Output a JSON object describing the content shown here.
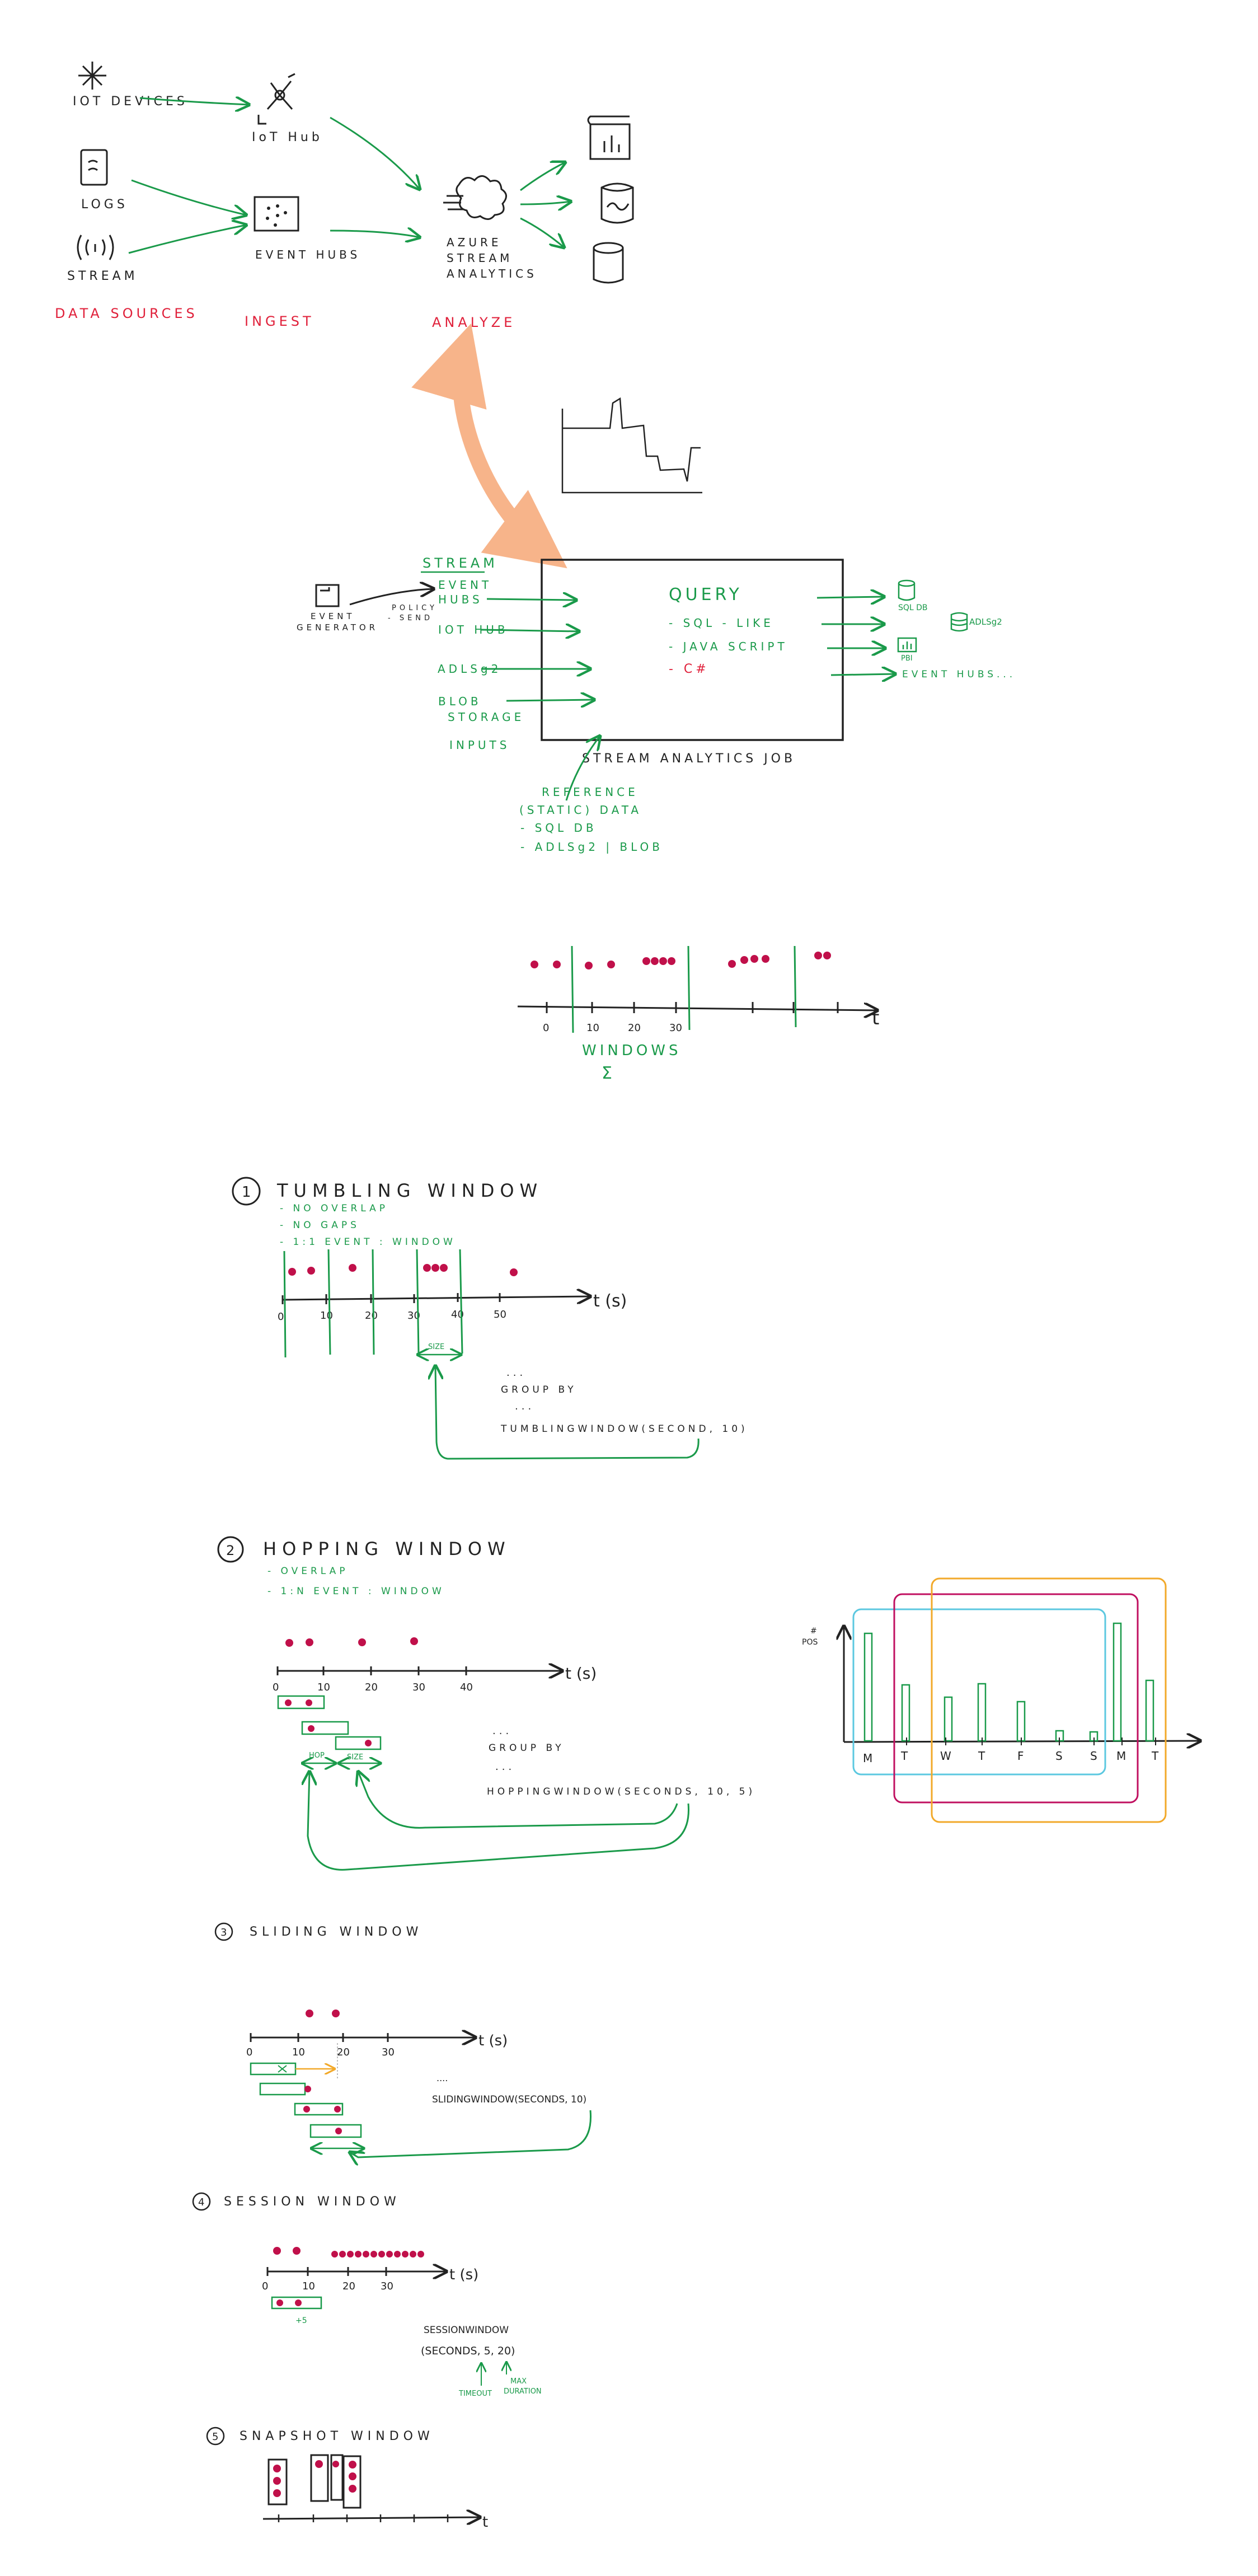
{
  "colors": {
    "ink": "#222222",
    "green": "#1a9a4a",
    "red_label": "#e0203a",
    "event_dot": "#c0104a",
    "orange_arrow": "#f7b48a",
    "orange_window": "#f2a92a",
    "cyan_window": "#5cc8e0",
    "magenta_window": "#c01060"
  },
  "overview": {
    "sources": {
      "iot_devices": "IOT DEVICES",
      "logs": "LOGS",
      "stream": "STREAM"
    },
    "iot_hub": "IoT Hub",
    "event_hubs": "EVENT HUBS",
    "asa": "AZURE STREAM ANALYTICS",
    "labels": {
      "data_sources": "DATA SOURCES",
      "ingest": "INGEST",
      "analyze": "ANALYZE"
    }
  },
  "job": {
    "stream_title": "STREAM",
    "event_generator": "EVENT GENERATOR",
    "policy_send": "POLICY - SEND",
    "inputs": [
      "EVENT HUBS",
      "IOT HUB",
      "ADLSg2",
      "BLOB STORAGE"
    ],
    "inputs_label": "INPUTS",
    "query_title": "QUERY",
    "query_items": [
      "- SQL - LIKE",
      "- JAVA SCRIPT",
      "- C#"
    ],
    "outputs": [
      "SQL DB",
      "ADLSg2",
      "PBI",
      "EVENT HUBS..."
    ],
    "job_label": "STREAM ANALYTICS JOB",
    "reference_title": "REFERENCE",
    "reference_lines": [
      "(STATIC) DATA",
      "- SQL DB",
      "- ADLSg2 | BLOB"
    ]
  },
  "windows_overview": {
    "ticks": [
      "0",
      "10",
      "20",
      "30"
    ],
    "axis_label": "t",
    "caption": "WINDOWS",
    "caption_symbol": "Σ"
  },
  "tumbling": {
    "number": "1",
    "title": "TUMBLING WINDOW",
    "bullets": [
      "- NO OVERLAP",
      "- NO GAPS",
      "- 1:1 EVENT : WINDOW"
    ],
    "ticks": [
      "0",
      "10",
      "20",
      "30",
      "40",
      "50"
    ],
    "axis_label": "t (s)",
    "size_label": "SIZE",
    "code": [
      "...",
      "GROUP BY",
      "...",
      "TUMBLINGWINDOW(SECOND, 10)"
    ]
  },
  "hopping": {
    "number": "2",
    "title": "HOPPING WINDOW",
    "bullets": [
      "- OVERLAP",
      "- 1:N EVENT : WINDOW"
    ],
    "ticks": [
      "0",
      "10",
      "20",
      "30",
      "40"
    ],
    "axis_label": "t (s)",
    "hop_label": "HOP",
    "size_label": "SIZE",
    "code": [
      "...",
      "GROUP BY",
      "...",
      "HOPPINGWINDOW(SECONDS, 10, 5)"
    ],
    "chart_ylabel": "# POS",
    "chart_days": [
      "M",
      "T",
      "W",
      "T",
      "F",
      "S",
      "S",
      "M",
      "T"
    ]
  },
  "sliding": {
    "number": "3",
    "title": "SLIDING WINDOW",
    "ticks": [
      "0",
      "10",
      "20",
      "30"
    ],
    "axis_label": "t (s)",
    "code": [
      "....",
      "SLIDINGWINDOW(SECONDS, 10)"
    ]
  },
  "session": {
    "number": "4",
    "title": "SESSION WINDOW",
    "ticks": [
      "0",
      "10",
      "20",
      "30"
    ],
    "axis_label": "t (s)",
    "plus5": "+5",
    "code": [
      "SESSIONWINDOW",
      "(SECONDS, 5, 20)"
    ],
    "timeout": "TIMEOUT",
    "max_duration": "MAX DURATION"
  },
  "snapshot": {
    "number": "5",
    "title": "SNAPSHOT WINDOW",
    "axis_label": "t"
  }
}
